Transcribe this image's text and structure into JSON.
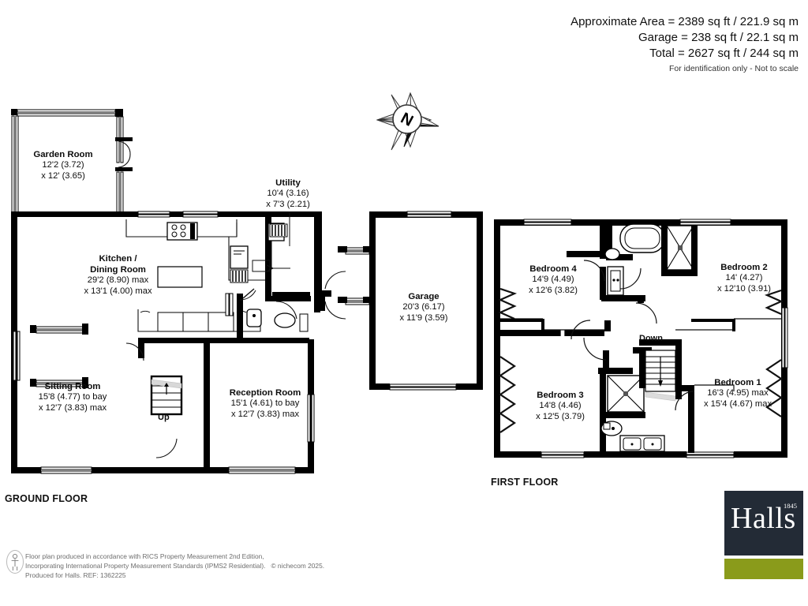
{
  "header": {
    "approximate_area": "Approximate Area = 2389 sq ft / 221.9 sq m",
    "garage_area": "Garage = 238 sq ft / 22.1 sq m",
    "total_area": "Total = 2627 sq ft / 244 sq m",
    "disclaimer": "For identification only - Not to scale"
  },
  "compass": {
    "label": "N"
  },
  "floors": {
    "ground": {
      "caption": "GROUND FLOOR"
    },
    "first": {
      "caption": "FIRST FLOOR"
    }
  },
  "ground_rooms": [
    {
      "name": "Garden Room",
      "dim1": "12'2 (3.72)",
      "dim2": "x 12' (3.65)"
    },
    {
      "name": "Utility",
      "dim1": "10'4 (3.16)",
      "dim2": "x 7'3 (2.21)"
    },
    {
      "name": "Kitchen /",
      "name2": "Dining Room",
      "dim1": "29'2 (8.90) max",
      "dim2": "x 13'1 (4.00) max"
    },
    {
      "name": "Garage",
      "dim1": "20'3 (6.17)",
      "dim2": "x 11'9 (3.59)"
    },
    {
      "name": "Sitting Room",
      "dim1": "15'8 (4.77) to bay",
      "dim2": "x 12'7 (3.83) max"
    },
    {
      "name": "Reception Room",
      "dim1": "15'1 (4.61) to bay",
      "dim2": "x 12'7 (3.83) max"
    }
  ],
  "first_rooms": [
    {
      "name": "Bedroom 4",
      "dim1": "14'9 (4.49)",
      "dim2": "x 12'6 (3.82)"
    },
    {
      "name": "Bedroom 2",
      "dim1": "14' (4.27)",
      "dim2": "x 12'10 (3.91)"
    },
    {
      "name": "Bedroom 3",
      "dim1": "14'8 (4.46)",
      "dim2": "x 12'5 (3.79)"
    },
    {
      "name": "Bedroom 1",
      "dim1": "16'3 (4.95) max",
      "dim2": "x 15'4 (4.67) max"
    }
  ],
  "stairs": {
    "up_label": "Up",
    "down_label": "Down"
  },
  "footer": {
    "line1": "Floor plan produced in accordance with RICS Property Measurement 2nd Edition,",
    "line2a": "Incorporating International Property Measurement Standards (IPMS2 Residential).",
    "line2b": "© nichecom 2025.",
    "line3": "Produced for Halls.   REF: 1362225"
  },
  "logo": {
    "name": "Halls",
    "established": "1845",
    "navy": "#232b36",
    "olive": "#8a9b1b"
  },
  "colors": {
    "wall": "#000000",
    "ink": "#111111",
    "muted": "#6d6d6d"
  }
}
